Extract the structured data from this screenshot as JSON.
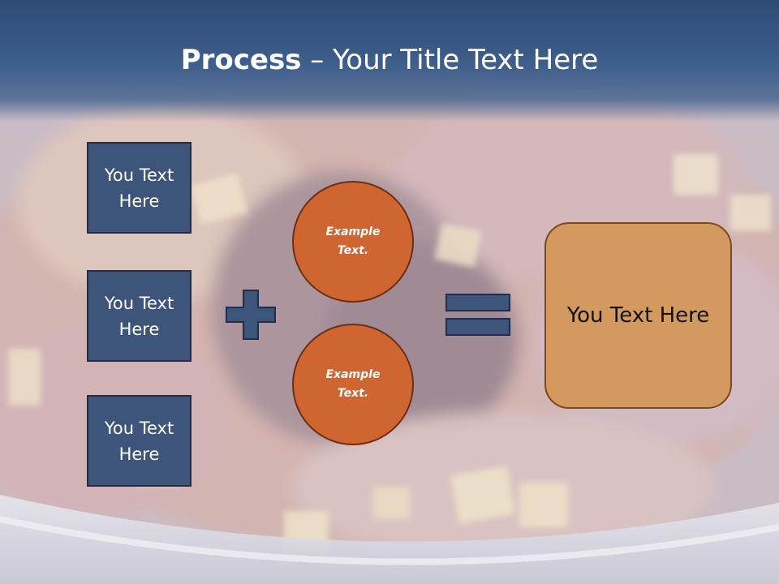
{
  "slide": {
    "title_bold": "Process",
    "title_rest": " – Your Title Text Here",
    "boxes": [
      {
        "line1": "You Text",
        "line2": "Here"
      },
      {
        "line1": "You Text",
        "line2": "Here"
      },
      {
        "line1": "You Text",
        "line2": "Here"
      }
    ],
    "circles": [
      {
        "line1": "Example",
        "line2": "Text."
      },
      {
        "line1": "Example",
        "line2": "Text."
      }
    ],
    "result": "You Text Here"
  },
  "colors": {
    "header": "#3f5f8c",
    "box_fill": "#3d557a",
    "circle_fill": "#cf6530",
    "result_fill": "#d3995f"
  },
  "icons": [
    "plus-icon",
    "equals-icon"
  ]
}
